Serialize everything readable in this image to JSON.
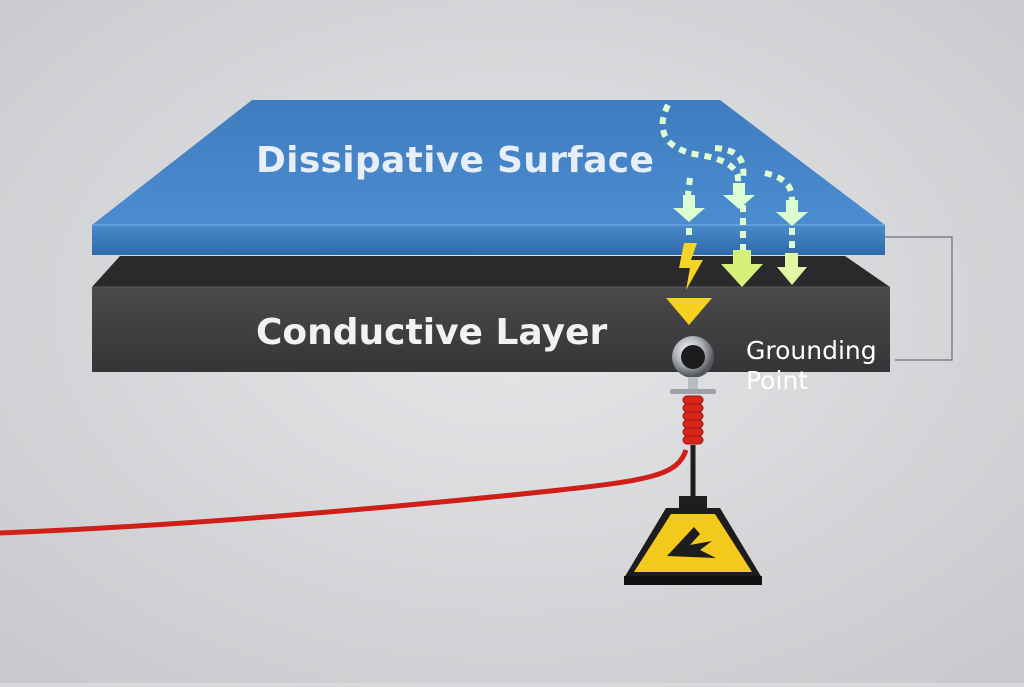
{
  "labels": {
    "surface": "Dissipative Surface",
    "layer": "Conductive Layer",
    "grounding": "Grounding Point"
  },
  "colors": {
    "background": "#d9dadc",
    "dissipative_surface": "#3f7fc2",
    "conductive_layer": "#3a3a3c",
    "charge_flow": "#d9ffc0",
    "discharge": "#f5d21c",
    "ground_cable": "#d8231c",
    "warning_sign": "#f3c91c"
  },
  "icons": [
    "charge-flow-arrow-icon",
    "lightning-bolt-icon",
    "grounding-ring-icon",
    "electrical-hazard-sign-icon"
  ]
}
